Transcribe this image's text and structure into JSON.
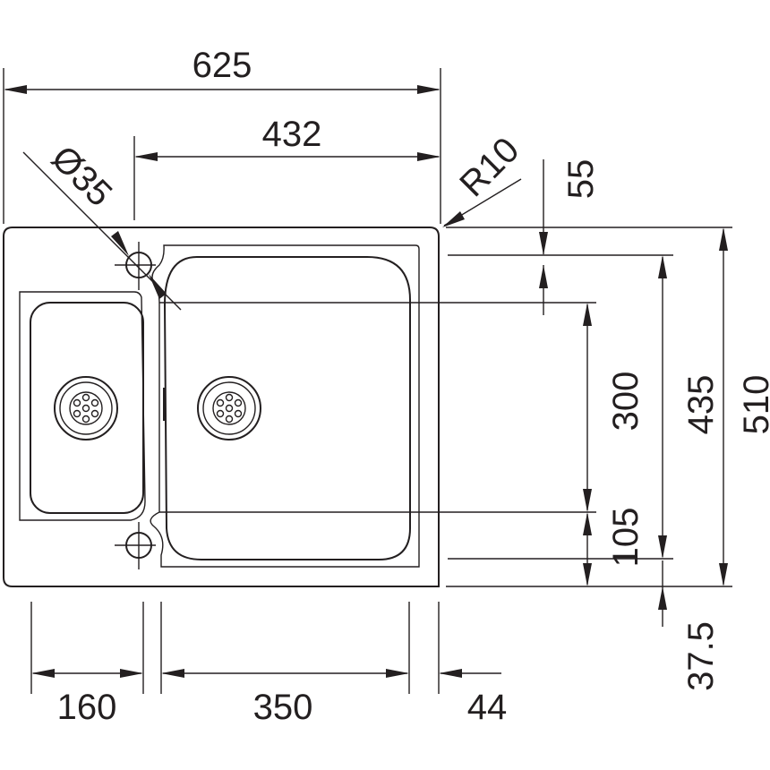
{
  "drawing": {
    "dimensions": {
      "overall_width": "625",
      "large_bowl_span": "432",
      "tap_hole_diameter": "Ø35",
      "corner_radius": "R10",
      "top_offset": "55",
      "bowl_depth": "300",
      "bottom_offset": "105",
      "inner_length": "435",
      "overall_length": "510",
      "edge_offset": "37.5",
      "small_bowl_width": "160",
      "large_bowl_width": "350",
      "right_margin": "44"
    }
  }
}
